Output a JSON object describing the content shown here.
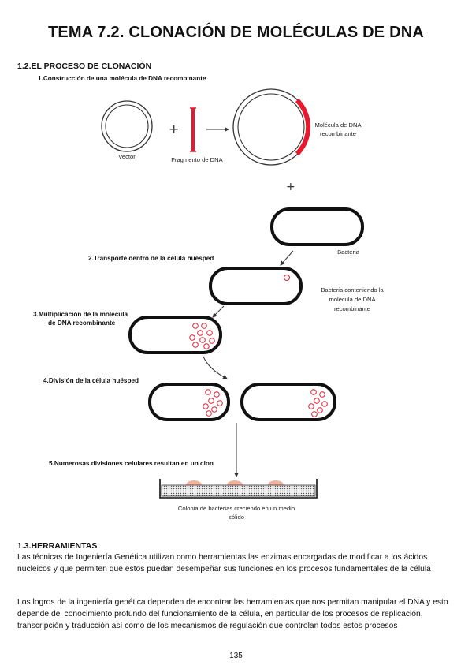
{
  "title": "TEMA 7.2. CLONACIÓN DE MOLÉCULAS DE DNA",
  "section1": {
    "heading": "1.2.EL PROCESO DE CLONACIÓN",
    "steps": [
      "1.Construcción de una molécula de DNA recombinante",
      "2.Transporte dentro de la célula huésped",
      "3.Multiplicación de la molécula",
      "de DNA recombinante",
      "4.División de la célula huésped",
      "5.Numerosas divisiones celulares resultan en un clon"
    ],
    "captions": {
      "vector": "Vector",
      "fragment": "Fragmento de DNA",
      "recombinant_1": "Molécula de DNA",
      "recombinant_2": "recombinante",
      "bacteria": "Bacteria",
      "bacteria_containing_1": "Bacteria conteniendo la",
      "bacteria_containing_2": "molécula de DNA",
      "bacteria_containing_3": "recombinante",
      "colony_1": "Colonia de bacterias creciendo en un medio",
      "colony_2": "sólido"
    },
    "symbols": {
      "plus": "+"
    },
    "colors": {
      "dna_red": "#e8192c",
      "colony": "#f2b39c"
    }
  },
  "section2": {
    "heading": "1.3.HERRAMIENTAS",
    "paragraph1": "Las técnicas de Ingeniería Genética utilizan como herramientas las enzimas encargadas de modificar a los ácidos nucleicos y que permiten que estos puedan desempeñar sus funciones en los procesos fundamentales de la célula",
    "paragraph2": "Los logros de la ingeniería genética dependen de encontrar las herramientas que nos permitan manipular el DNA y esto depende del conocimiento profundo del funcionamiento de la célula, en particular de los procesos de replicación, transcripción y traducción así como de los mecanismos de regulación que controlan todos estos procesos"
  },
  "page_number": "135"
}
